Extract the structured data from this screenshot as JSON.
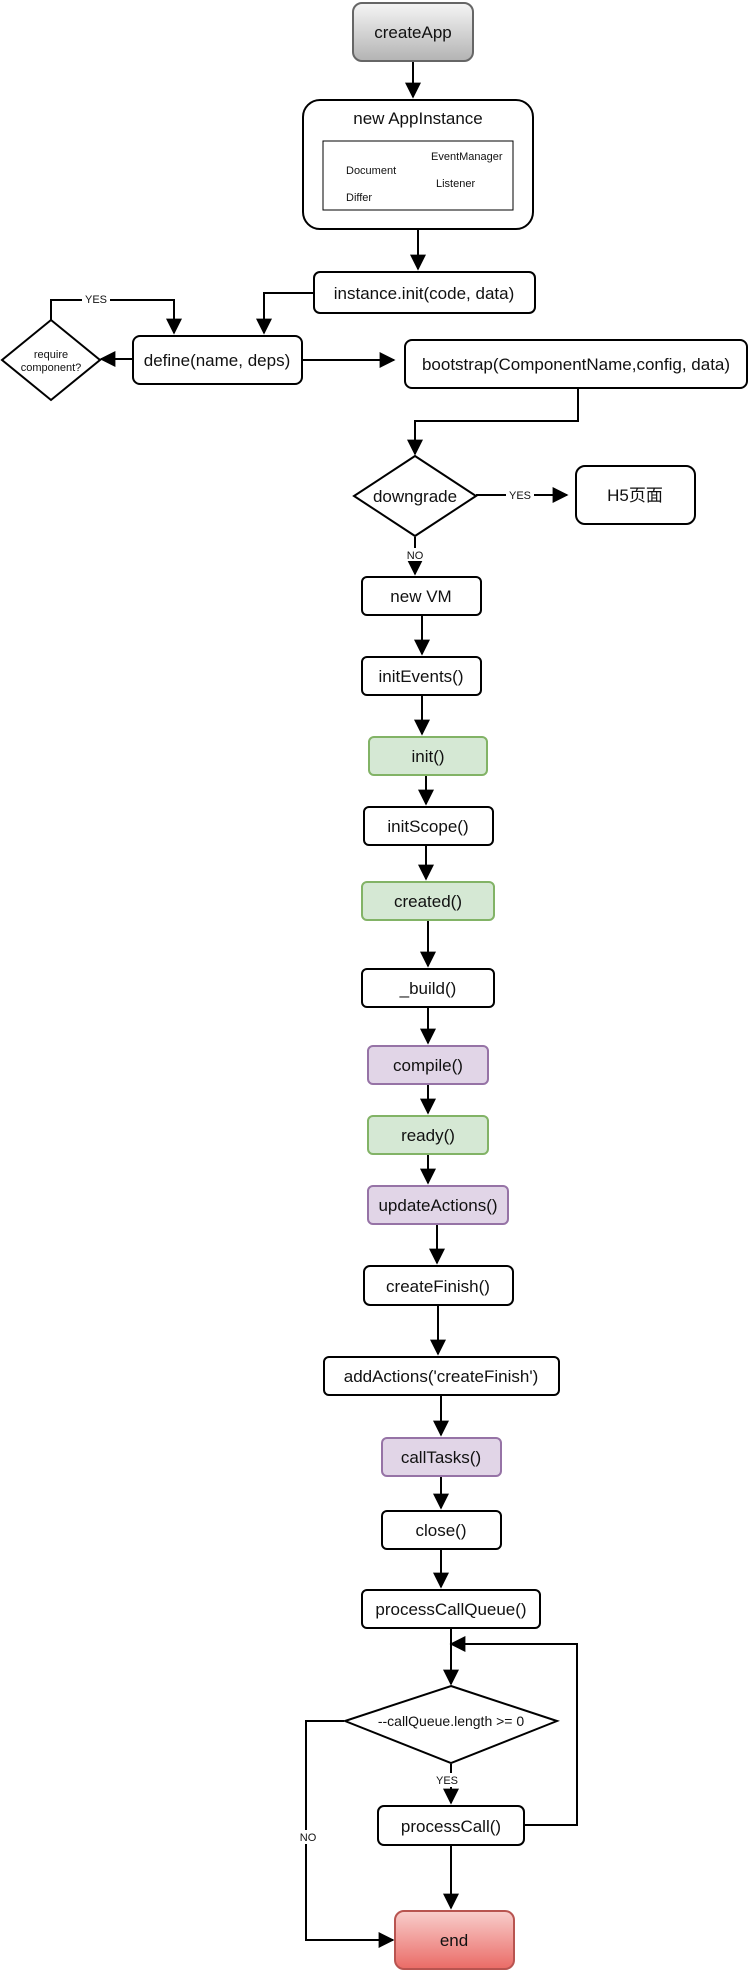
{
  "colors": {
    "stroke": "#000000",
    "gray_top": "#f5f5f5",
    "gray_bottom": "#b3b3b3",
    "green_fill": "#d5e8d4",
    "green_stroke": "#82b366",
    "purple_fill": "#e1d5e7",
    "purple_stroke": "#9673a6",
    "red_top": "#f8cecc",
    "red_bottom": "#ea6b66",
    "red_stroke": "#b85450"
  },
  "nodes": {
    "createApp": "createApp",
    "app_instance": {
      "title": "new AppInstance",
      "event_manager": "EventManager",
      "document": "Document",
      "listener": "Listener",
      "differ": "Differ"
    },
    "instance_init": "instance.init(code, data)",
    "define": "define(name, deps)",
    "require_component": [
      "require",
      "component?"
    ],
    "bootstrap": "bootstrap(ComponentName,config, data)",
    "downgrade": "downgrade",
    "h5_page": "H5页面",
    "new_vm": "new VM",
    "init_events": "initEvents()",
    "init": "init()",
    "init_scope": "initScope()",
    "created": "created()",
    "build": "_build()",
    "compile": "compile()",
    "ready": "ready()",
    "update_actions": "updateActions()",
    "create_finish": "createFinish()",
    "add_actions": "addActions('createFinish')",
    "call_tasks": "callTasks()",
    "close": "close()",
    "process_call_queue": "processCallQueue()",
    "call_queue_check": "--callQueue.length >= 0",
    "process_call": "processCall()",
    "end": "end"
  },
  "edge_labels": {
    "require_yes": "YES",
    "downgrade_yes": "YES",
    "downgrade_no": "NO",
    "queue_yes": "YES",
    "queue_no": "NO"
  }
}
